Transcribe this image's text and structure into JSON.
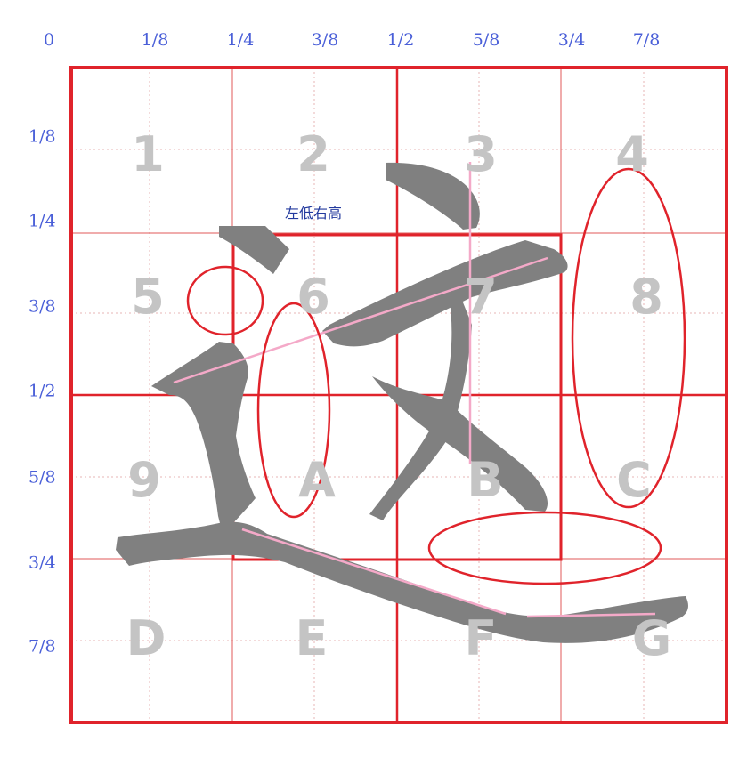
{
  "top_ticks": [
    "0",
    "1/8",
    "1/4",
    "3/8",
    "1/2",
    "5/8",
    "3/4",
    "7/8"
  ],
  "left_ticks": [
    "1/8",
    "1/4",
    "3/8",
    "1/2",
    "5/8",
    "3/4",
    "7/8"
  ],
  "cell_labels": [
    "1",
    "2",
    "3",
    "4",
    "5",
    "6",
    "7",
    "8",
    "9",
    "A",
    "B",
    "C",
    "D",
    "E",
    "F",
    "G"
  ],
  "annotation": "左低右高",
  "colors": {
    "grid_red": "#e0232b",
    "grid_thin": "#e05a5a",
    "dotted": "#e7b4b4",
    "tick_blue": "#4a5fd8",
    "note_blue": "#233a9e",
    "label_gray": "#c4c4c4",
    "stroke_gray": "#808080",
    "guide_pink": "#f4a9c8"
  }
}
